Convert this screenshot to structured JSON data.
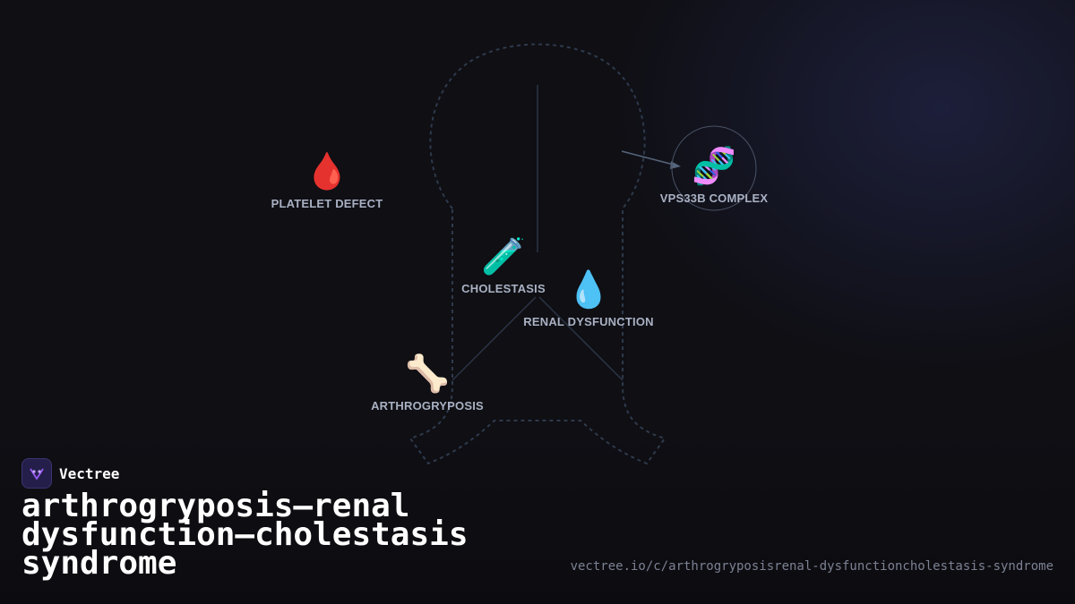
{
  "brand": {
    "name": "Vectree",
    "logo_icon": "vectree-logo-icon",
    "accent": "#9b5cf6"
  },
  "title": "arthrogryposis–renal dysfunction–cholestasis syndrome",
  "url": "vectree.io/c/arthrogryposisrenal-dysfunctioncholestasis-syndrome",
  "colors": {
    "background": "#0f0f14",
    "outline": "#2e3a4c",
    "label": "#a9b1c3"
  },
  "nodes": [
    {
      "id": "platelet",
      "label": "PLATELET DEFECT",
      "icon": "blood-drop-icon",
      "emoji": "🩸"
    },
    {
      "id": "vps33b",
      "label": "VPS33B COMPLEX",
      "icon": "dna-icon",
      "emoji": "🧬"
    },
    {
      "id": "cholestasis",
      "label": "CHOLESTASIS",
      "icon": "test-tube-icon",
      "emoji": "🧪"
    },
    {
      "id": "renal",
      "label": "RENAL DYSFUNCTION",
      "icon": "droplet-icon",
      "emoji": "💧"
    },
    {
      "id": "arthro",
      "label": "ARTHROGRYPOSIS",
      "icon": "bone-icon",
      "emoji": "🦴"
    }
  ]
}
